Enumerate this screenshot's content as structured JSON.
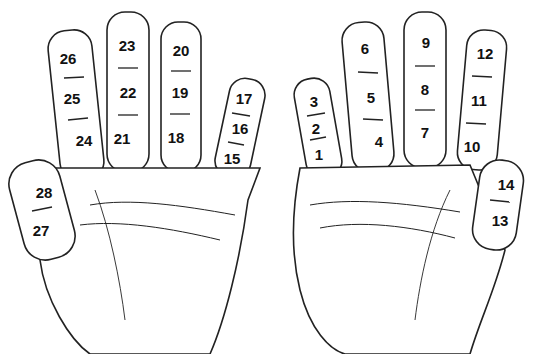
{
  "diagram": {
    "labels": [
      "26",
      "25",
      "24",
      "23",
      "22",
      "21",
      "20",
      "19",
      "18",
      "17",
      "16",
      "15",
      "28",
      "27",
      "3",
      "2",
      "1",
      "6",
      "5",
      "4",
      "9",
      "8",
      "7",
      "12",
      "11",
      "10",
      "14",
      "13"
    ]
  }
}
